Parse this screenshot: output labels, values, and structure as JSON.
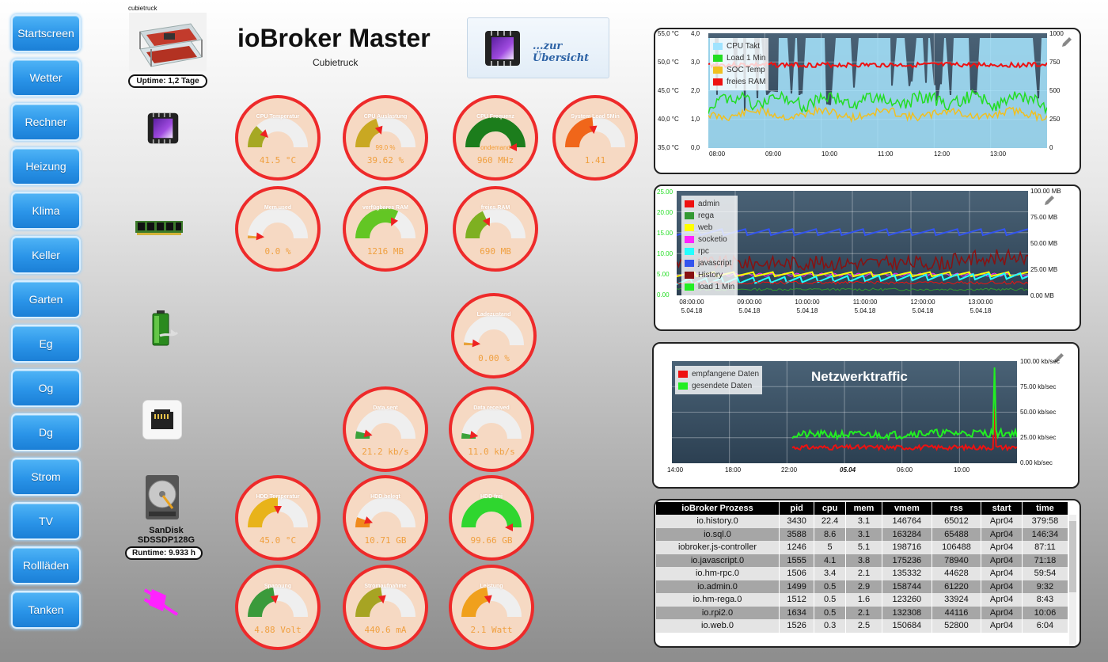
{
  "nav": {
    "items": [
      "Startscreen",
      "Wetter",
      "Rechner",
      "Heizung",
      "Klima",
      "Keller",
      "Garten",
      "Eg",
      "Og",
      "Dg",
      "Strom",
      "TV",
      "Rollläden",
      "Tanken"
    ]
  },
  "header": {
    "device_caption": "cubietruck",
    "uptime": "Uptime: 1,2 Tage",
    "title": "ioBroker Master",
    "subtitle": "Cubietruck",
    "overview_label": "...zur Übersicht"
  },
  "hdd": {
    "name_line1": "SanDisk",
    "name_line2": "SDSSDP128G",
    "runtime": "Runtime: 9.933 h"
  },
  "gauges": [
    {
      "title": "CPU Temperatur",
      "value": "41.5 °C",
      "level": 0.25,
      "color": "#a6a823"
    },
    {
      "title": "CPU Auslastung",
      "value": "39.62 %",
      "level": 0.4,
      "color": "#c9a822",
      "label": "99.0 %"
    },
    {
      "title": "CPU Frequenz",
      "value": "960 MHz",
      "level": 1.0,
      "color": "#1c7d1c",
      "label": "ondemand"
    },
    {
      "title": "System Load 5Min",
      "value": "1.41",
      "level": 0.47,
      "color": "#f0661a"
    },
    {
      "title": "Mem used",
      "value": "0.0 %",
      "level": 0.0,
      "color": "#e8a23a"
    },
    {
      "title": "verfügbares RAM",
      "value": "1216 MB",
      "level": 0.64,
      "color": "#63c624"
    },
    {
      "title": "freies RAM",
      "value": "690 MB",
      "level": 0.36,
      "color": "#7eb021"
    },
    {
      "title": "Ladezustand",
      "value": "0.00 %",
      "level": 0.0,
      "color": "#e8a23a"
    },
    {
      "title": "Data sent",
      "value": "21.2 kb/s",
      "level": 0.08,
      "color": "#3ba23a"
    },
    {
      "title": "Data received",
      "value": "11.0 kb/s",
      "level": 0.06,
      "color": "#3ba23a"
    },
    {
      "title": "HDD Temperatur",
      "value": "45.0 °C",
      "level": 0.5,
      "color": "#e8b31a"
    },
    {
      "title": "HDD belegt",
      "value": "10.71 GB",
      "level": 0.11,
      "color": "#f08a1c"
    },
    {
      "title": "HDD frei",
      "value": "99.66 GB",
      "level": 1.0,
      "color": "#2fd62f"
    },
    {
      "title": "Spannung",
      "value": "4.88 Volt",
      "level": 0.45,
      "color": "#3b9a3b"
    },
    {
      "title": "Stromaufnahme",
      "value": "440.6 mA",
      "level": 0.45,
      "color": "#a7a423"
    },
    {
      "title": "Leistung",
      "value": "2.1 Watt",
      "level": 0.45,
      "color": "#f0a01c"
    }
  ],
  "chart1": {
    "left_temp_ticks": [
      "55,0 °C",
      "50,0 °C",
      "45,0 °C",
      "40,0 °C",
      "35,0 °C"
    ],
    "left_load_ticks": [
      "4,0",
      "3,0",
      "2,0",
      "1,0",
      "0,0"
    ],
    "right_ticks": [
      "1000",
      "750",
      "500",
      "250",
      "0"
    ],
    "x_ticks": [
      "08:00",
      "09:00",
      "10:00",
      "11:00",
      "12:00",
      "13:00"
    ],
    "legend": [
      {
        "name": "CPU Takt",
        "color": "#9fe3ff"
      },
      {
        "name": "Load 1 Min",
        "color": "#22dd22"
      },
      {
        "name": "SOC Temp",
        "color": "#f0c020"
      },
      {
        "name": "freies RAM",
        "color": "#ee1111"
      }
    ]
  },
  "chart2": {
    "left_ticks": [
      "25.00",
      "20.00",
      "15.00",
      "10.00",
      "5.00",
      "0.00"
    ],
    "right_ticks": [
      "100.00 MB",
      "75.00 MB",
      "50.00 MB",
      "25.00 MB",
      "0.00 MB"
    ],
    "x_ticks": [
      {
        "time": "08:00:00",
        "date": "5.04.18"
      },
      {
        "time": "09:00:00",
        "date": "5.04.18"
      },
      {
        "time": "10:00:00",
        "date": "5.04.18"
      },
      {
        "time": "11:00:00",
        "date": "5.04.18"
      },
      {
        "time": "12:00:00",
        "date": "5.04.18"
      },
      {
        "time": "13:00:00",
        "date": "5.04.18"
      }
    ],
    "legend": [
      {
        "name": "admin",
        "color": "#ee1111"
      },
      {
        "name": "rega",
        "color": "#339933"
      },
      {
        "name": "web",
        "color": "#ffff00"
      },
      {
        "name": "socketio",
        "color": "#ff22ff"
      },
      {
        "name": "rpc",
        "color": "#22ffff"
      },
      {
        "name": "javascript",
        "color": "#3355ee"
      },
      {
        "name": "History",
        "color": "#881111"
      },
      {
        "name": "load 1 Min",
        "color": "#22ee22"
      }
    ]
  },
  "chart3": {
    "title": "Netzwerktraffic",
    "right_ticks": [
      "100.00 kb/sec",
      "75.00 kb/sec",
      "50.00 kb/sec",
      "25.00 kb/sec",
      "0.00 kb/sec"
    ],
    "x_ticks": [
      "14:00",
      "18:00",
      "22:00",
      "05.04",
      "06:00",
      "10:00"
    ],
    "legend": [
      {
        "name": "empfangene Daten",
        "color": "#ee1111"
      },
      {
        "name": "gesendete Daten",
        "color": "#22ee22"
      }
    ]
  },
  "process_table": {
    "headers": [
      "ioBroker Prozess",
      "pid",
      "cpu",
      "mem",
      "vmem",
      "rss",
      "start",
      "time"
    ],
    "rows": [
      [
        "io.history.0",
        "3430",
        "22.4",
        "3.1",
        "146764",
        "65012",
        "Apr04",
        "379:58"
      ],
      [
        "io.sql.0",
        "3588",
        "8.6",
        "3.1",
        "163284",
        "65488",
        "Apr04",
        "146:34"
      ],
      [
        "iobroker.js-controller",
        "1246",
        "5",
        "5.1",
        "198716",
        "106488",
        "Apr04",
        "87:11"
      ],
      [
        "io.javascript.0",
        "1555",
        "4.1",
        "3.8",
        "175236",
        "78940",
        "Apr04",
        "71:18"
      ],
      [
        "io.hm-rpc.0",
        "1506",
        "3.4",
        "2.1",
        "135332",
        "44628",
        "Apr04",
        "59:54"
      ],
      [
        "io.admin.0",
        "1499",
        "0.5",
        "2.9",
        "158744",
        "61220",
        "Apr04",
        "9:32"
      ],
      [
        "io.hm-rega.0",
        "1512",
        "0.5",
        "1.6",
        "123260",
        "33924",
        "Apr04",
        "8:43"
      ],
      [
        "io.rpi2.0",
        "1634",
        "0.5",
        "2.1",
        "132308",
        "44116",
        "Apr04",
        "10:06"
      ],
      [
        "io.web.0",
        "1526",
        "0.3",
        "2.5",
        "150684",
        "52800",
        "Apr04",
        "6:04"
      ]
    ]
  }
}
